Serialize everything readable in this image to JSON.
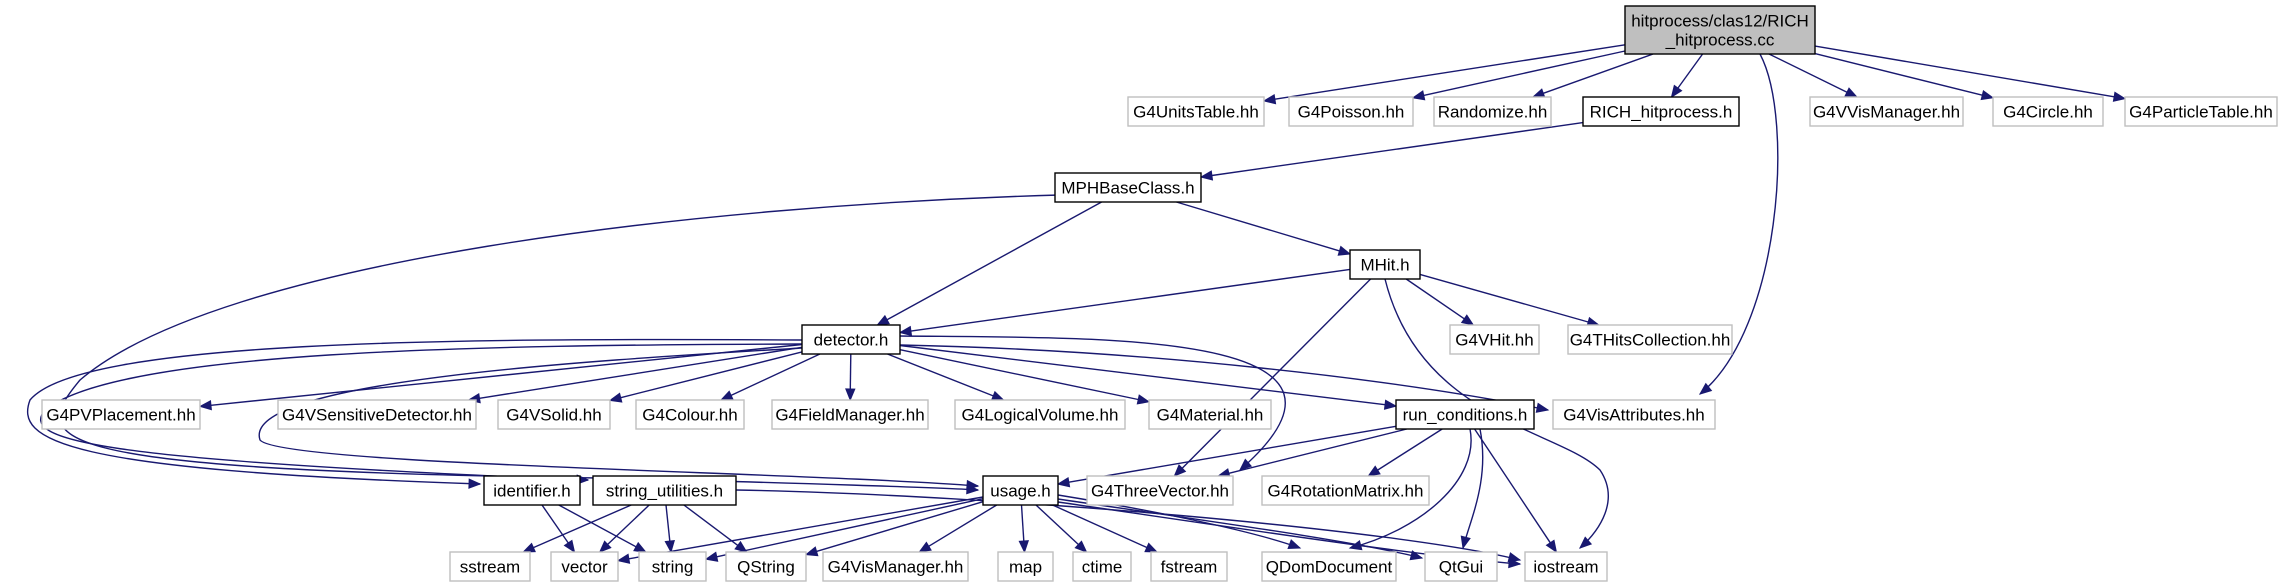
{
  "graph": {
    "colors": {
      "edge": "#191970",
      "root_fill": "#bfbfbf",
      "file_border": "#000000",
      "external_border": "#bfbfbf"
    },
    "nodes": [
      {
        "id": "root",
        "kind": "root",
        "lines": [
          "hitprocess/clas12/RICH",
          "_hitprocess.cc"
        ]
      },
      {
        "id": "g4unitstable",
        "kind": "ext",
        "lines": [
          "G4UnitsTable.hh"
        ]
      },
      {
        "id": "g4poisson",
        "kind": "ext",
        "lines": [
          "G4Poisson.hh"
        ]
      },
      {
        "id": "randomize",
        "kind": "ext",
        "lines": [
          "Randomize.hh"
        ]
      },
      {
        "id": "rich_hitprocess",
        "kind": "file",
        "lines": [
          "RICH_hitprocess.h"
        ]
      },
      {
        "id": "g4vvismanager",
        "kind": "ext",
        "lines": [
          "G4VVisManager.hh"
        ]
      },
      {
        "id": "g4circle",
        "kind": "ext",
        "lines": [
          "G4Circle.hh"
        ]
      },
      {
        "id": "g4particletable",
        "kind": "ext",
        "lines": [
          "G4ParticleTable.hh"
        ]
      },
      {
        "id": "mphbaseclass",
        "kind": "file",
        "lines": [
          "MPHBaseClass.h"
        ]
      },
      {
        "id": "mhit",
        "kind": "file",
        "lines": [
          "MHit.h"
        ]
      },
      {
        "id": "detector",
        "kind": "file",
        "lines": [
          "detector.h"
        ]
      },
      {
        "id": "g4vhit",
        "kind": "ext",
        "lines": [
          "G4VHit.hh"
        ]
      },
      {
        "id": "g4thitscollection",
        "kind": "ext",
        "lines": [
          "G4THitsCollection.hh"
        ]
      },
      {
        "id": "g4pvplacement",
        "kind": "ext",
        "lines": [
          "G4PVPlacement.hh"
        ]
      },
      {
        "id": "g4vsensitivedetector",
        "kind": "ext",
        "lines": [
          "G4VSensitiveDetector.hh"
        ]
      },
      {
        "id": "g4vsolid",
        "kind": "ext",
        "lines": [
          "G4VSolid.hh"
        ]
      },
      {
        "id": "g4colour",
        "kind": "ext",
        "lines": [
          "G4Colour.hh"
        ]
      },
      {
        "id": "g4fieldmanager",
        "kind": "ext",
        "lines": [
          "G4FieldManager.hh"
        ]
      },
      {
        "id": "g4logicalvolume",
        "kind": "ext",
        "lines": [
          "G4LogicalVolume.hh"
        ]
      },
      {
        "id": "g4material",
        "kind": "ext",
        "lines": [
          "G4Material.hh"
        ]
      },
      {
        "id": "run_conditions",
        "kind": "file",
        "lines": [
          "run_conditions.h"
        ]
      },
      {
        "id": "g4visattributes",
        "kind": "ext",
        "lines": [
          "G4VisAttributes.hh"
        ]
      },
      {
        "id": "identifier",
        "kind": "file",
        "lines": [
          "identifier.h"
        ]
      },
      {
        "id": "string_utilities",
        "kind": "file",
        "lines": [
          "string_utilities.h"
        ]
      },
      {
        "id": "usage",
        "kind": "file",
        "lines": [
          "usage.h"
        ]
      },
      {
        "id": "g4threevector",
        "kind": "ext",
        "lines": [
          "G4ThreeVector.hh"
        ]
      },
      {
        "id": "g4rotationmatrix",
        "kind": "ext",
        "lines": [
          "G4RotationMatrix.hh"
        ]
      },
      {
        "id": "sstream",
        "kind": "ext",
        "lines": [
          "sstream"
        ]
      },
      {
        "id": "vector",
        "kind": "ext",
        "lines": [
          "vector"
        ]
      },
      {
        "id": "string",
        "kind": "ext",
        "lines": [
          "string"
        ]
      },
      {
        "id": "qstring",
        "kind": "ext",
        "lines": [
          "QString"
        ]
      },
      {
        "id": "g4vismanager",
        "kind": "ext",
        "lines": [
          "G4VisManager.hh"
        ]
      },
      {
        "id": "map",
        "kind": "ext",
        "lines": [
          "map"
        ]
      },
      {
        "id": "ctime",
        "kind": "ext",
        "lines": [
          "ctime"
        ]
      },
      {
        "id": "fstream",
        "kind": "ext",
        "lines": [
          "fstream"
        ]
      },
      {
        "id": "qdomdocument",
        "kind": "ext",
        "lines": [
          "QDomDocument"
        ]
      },
      {
        "id": "qtgui",
        "kind": "ext",
        "lines": [
          "QtGui"
        ]
      },
      {
        "id": "iostream",
        "kind": "ext",
        "lines": [
          "iostream"
        ]
      }
    ],
    "edges": [
      [
        "root",
        "g4unitstable"
      ],
      [
        "root",
        "g4poisson"
      ],
      [
        "root",
        "randomize"
      ],
      [
        "root",
        "rich_hitprocess"
      ],
      [
        "root",
        "g4vvismanager"
      ],
      [
        "root",
        "g4circle"
      ],
      [
        "root",
        "g4particletable"
      ],
      [
        "root",
        "g4visattributes"
      ],
      [
        "rich_hitprocess",
        "mphbaseclass"
      ],
      [
        "mphbaseclass",
        "mhit"
      ],
      [
        "mphbaseclass",
        "detector"
      ],
      [
        "mphbaseclass",
        "usage"
      ],
      [
        "mhit",
        "detector"
      ],
      [
        "mhit",
        "g4vhit"
      ],
      [
        "mhit",
        "g4thitscollection"
      ],
      [
        "mhit",
        "g4threevector"
      ],
      [
        "mhit",
        "iostream"
      ],
      [
        "detector",
        "g4pvplacement"
      ],
      [
        "detector",
        "g4vsensitivedetector"
      ],
      [
        "detector",
        "g4vsolid"
      ],
      [
        "detector",
        "g4colour"
      ],
      [
        "detector",
        "g4fieldmanager"
      ],
      [
        "detector",
        "g4logicalvolume"
      ],
      [
        "detector",
        "g4material"
      ],
      [
        "detector",
        "run_conditions"
      ],
      [
        "detector",
        "g4visattributes"
      ],
      [
        "detector",
        "g4threevector"
      ],
      [
        "detector",
        "identifier"
      ],
      [
        "detector",
        "string_utilities"
      ],
      [
        "detector",
        "usage"
      ],
      [
        "run_conditions",
        "usage"
      ],
      [
        "run_conditions",
        "g4threevector"
      ],
      [
        "run_conditions",
        "g4rotationmatrix"
      ],
      [
        "run_conditions",
        "qdomdocument"
      ],
      [
        "run_conditions",
        "qtgui"
      ],
      [
        "run_conditions",
        "iostream"
      ],
      [
        "identifier",
        "vector"
      ],
      [
        "identifier",
        "string"
      ],
      [
        "string_utilities",
        "sstream"
      ],
      [
        "string_utilities",
        "vector"
      ],
      [
        "string_utilities",
        "string"
      ],
      [
        "string_utilities",
        "qstring"
      ],
      [
        "string_utilities",
        "iostream"
      ],
      [
        "usage",
        "vector"
      ],
      [
        "usage",
        "string"
      ],
      [
        "usage",
        "qstring"
      ],
      [
        "usage",
        "g4vismanager"
      ],
      [
        "usage",
        "map"
      ],
      [
        "usage",
        "ctime"
      ],
      [
        "usage",
        "fstream"
      ],
      [
        "usage",
        "qdomdocument"
      ],
      [
        "usage",
        "qtgui"
      ],
      [
        "usage",
        "iostream"
      ]
    ]
  }
}
